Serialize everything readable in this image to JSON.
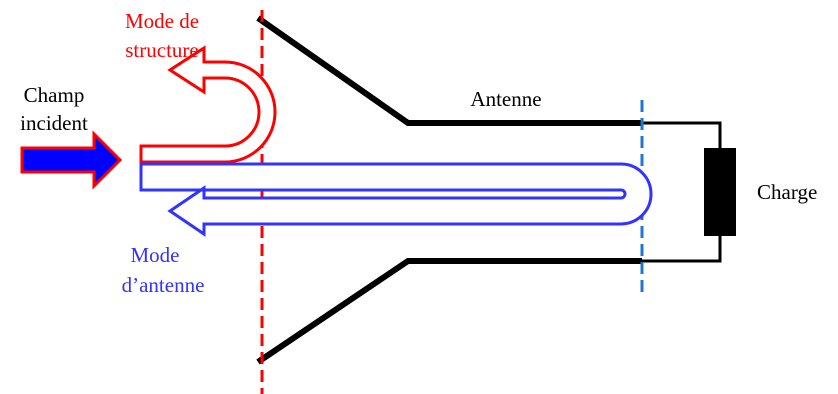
{
  "labels": {
    "incident_line1": "Champ",
    "incident_line2": "incident",
    "structure_mode_line1": "Mode de",
    "structure_mode_line2": "structure",
    "antenna_mode_line1": "Mode",
    "antenna_mode_line2": "d’antenne",
    "antenna": "Antenne",
    "load": "Charge"
  },
  "colors": {
    "incident_arrow_fill": "#0000ff",
    "incident_arrow_outline": "#ff0000",
    "structure_mode": "#ff0000",
    "antenna_mode": "#3333ff",
    "reference_plane_structure": "#ff0000",
    "reference_plane_load": "#1f77d0",
    "antenna_body": "#000000",
    "load_body": "#000000"
  }
}
